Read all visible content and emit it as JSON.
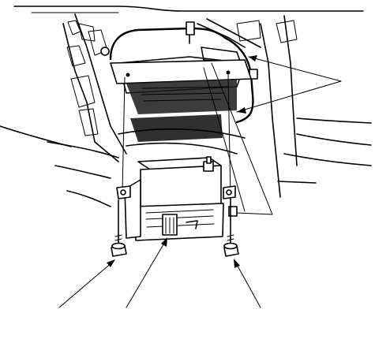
{
  "figure": {
    "background": "#ffffff",
    "ink": "#000000",
    "callouts": [
      {
        "id": "upper-hose-callout",
        "target": "vapor-hose-connections"
      },
      {
        "id": "left-bolt-callout",
        "target": "left-mounting-bolt"
      },
      {
        "id": "canister-callout",
        "target": "evap-canister"
      },
      {
        "id": "right-bolt-callout",
        "target": "right-mounting-bolt"
      }
    ]
  }
}
